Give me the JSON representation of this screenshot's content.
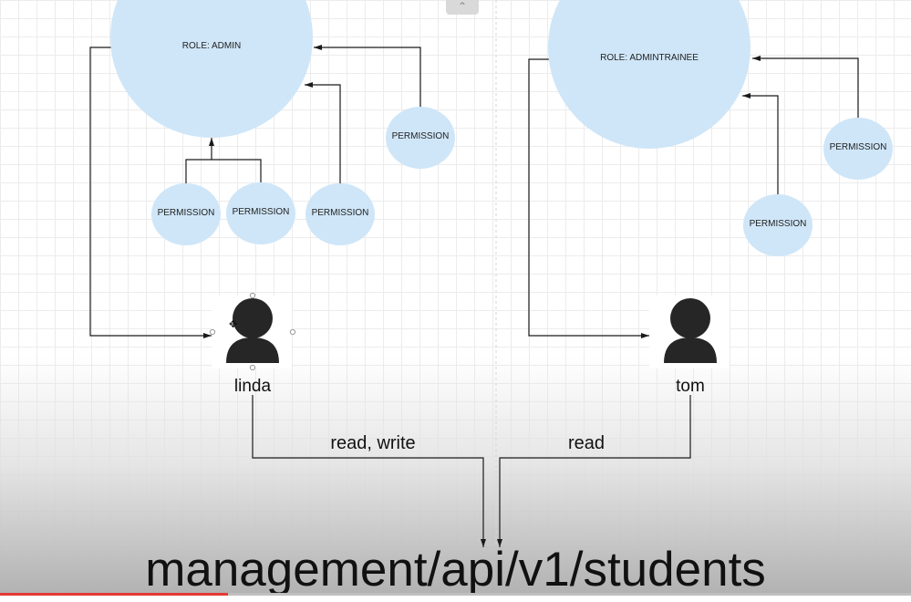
{
  "roles": [
    {
      "label": "ROLE: ADMIN"
    },
    {
      "label": "ROLE: ADMINTRAINEE"
    }
  ],
  "permissions": [
    {
      "label": "PERMISSION"
    },
    {
      "label": "PERMISSION"
    },
    {
      "label": "PERMISSION"
    },
    {
      "label": "PERMISSION"
    },
    {
      "label": "PERMISSION"
    },
    {
      "label": "PERMISSION"
    }
  ],
  "users": [
    {
      "name": "linda",
      "access": "read, write"
    },
    {
      "name": "tom",
      "access": "read"
    }
  ],
  "endpoint": "management/api/v1/students",
  "progress": 0.25,
  "colors": {
    "node_fill": "#cfe6f8",
    "line": "#1a1a1a",
    "user_icon": "#262626",
    "progress": "#e53935"
  }
}
